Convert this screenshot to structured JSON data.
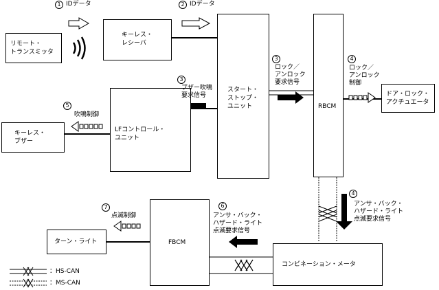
{
  "diagram": {
    "nodes": {
      "remote": {
        "lines": [
          "リモート・",
          "トランスミッタ"
        ]
      },
      "receiver": {
        "lines": [
          "キーレス・",
          "レシーバ"
        ]
      },
      "ssu": {
        "lines": [
          "スタート・",
          "ストップ・",
          "ユニット"
        ]
      },
      "rbcm": {
        "label": "RBCM"
      },
      "door": {
        "lines": [
          "ドア・ロック・",
          "アクチュエータ"
        ]
      },
      "lfcu": {
        "lines": [
          "LFコントロール・",
          "ユニット"
        ]
      },
      "buzzer": {
        "lines": [
          "キーレス・",
          "ブザー"
        ]
      },
      "fbcm": {
        "label": "FBCM"
      },
      "meter": {
        "label": "コンビネーション・メータ"
      },
      "lamp": {
        "label": "ターン・ライト"
      }
    },
    "signals": [
      {
        "num": "1",
        "lines": [
          "IDデータ"
        ]
      },
      {
        "num": "2",
        "lines": [
          "IDデータ"
        ]
      },
      {
        "num": "3",
        "lines": [
          "ロック／",
          "アンロック",
          "要求信号"
        ]
      },
      {
        "num": "3",
        "lines": [
          "ブザー吹鳴",
          "要求信号"
        ]
      },
      {
        "num": "4",
        "lines": [
          "ロック／",
          "アンロック",
          "制御"
        ]
      },
      {
        "num": "5",
        "lines": [
          "吹鳴制御"
        ]
      },
      {
        "num": "4",
        "lines": [
          "アンサ・バック・",
          "ハザード・ライト",
          "点滅要求信号"
        ]
      },
      {
        "num": "6",
        "lines": [
          "アンサ・バック・",
          "ハザード・ライト",
          "点滅要求信号"
        ]
      },
      {
        "num": "7",
        "lines": [
          "点滅制御"
        ]
      }
    ],
    "legend": {
      "hs": "：HS-CAN",
      "ms": "：MS-CAN"
    }
  }
}
